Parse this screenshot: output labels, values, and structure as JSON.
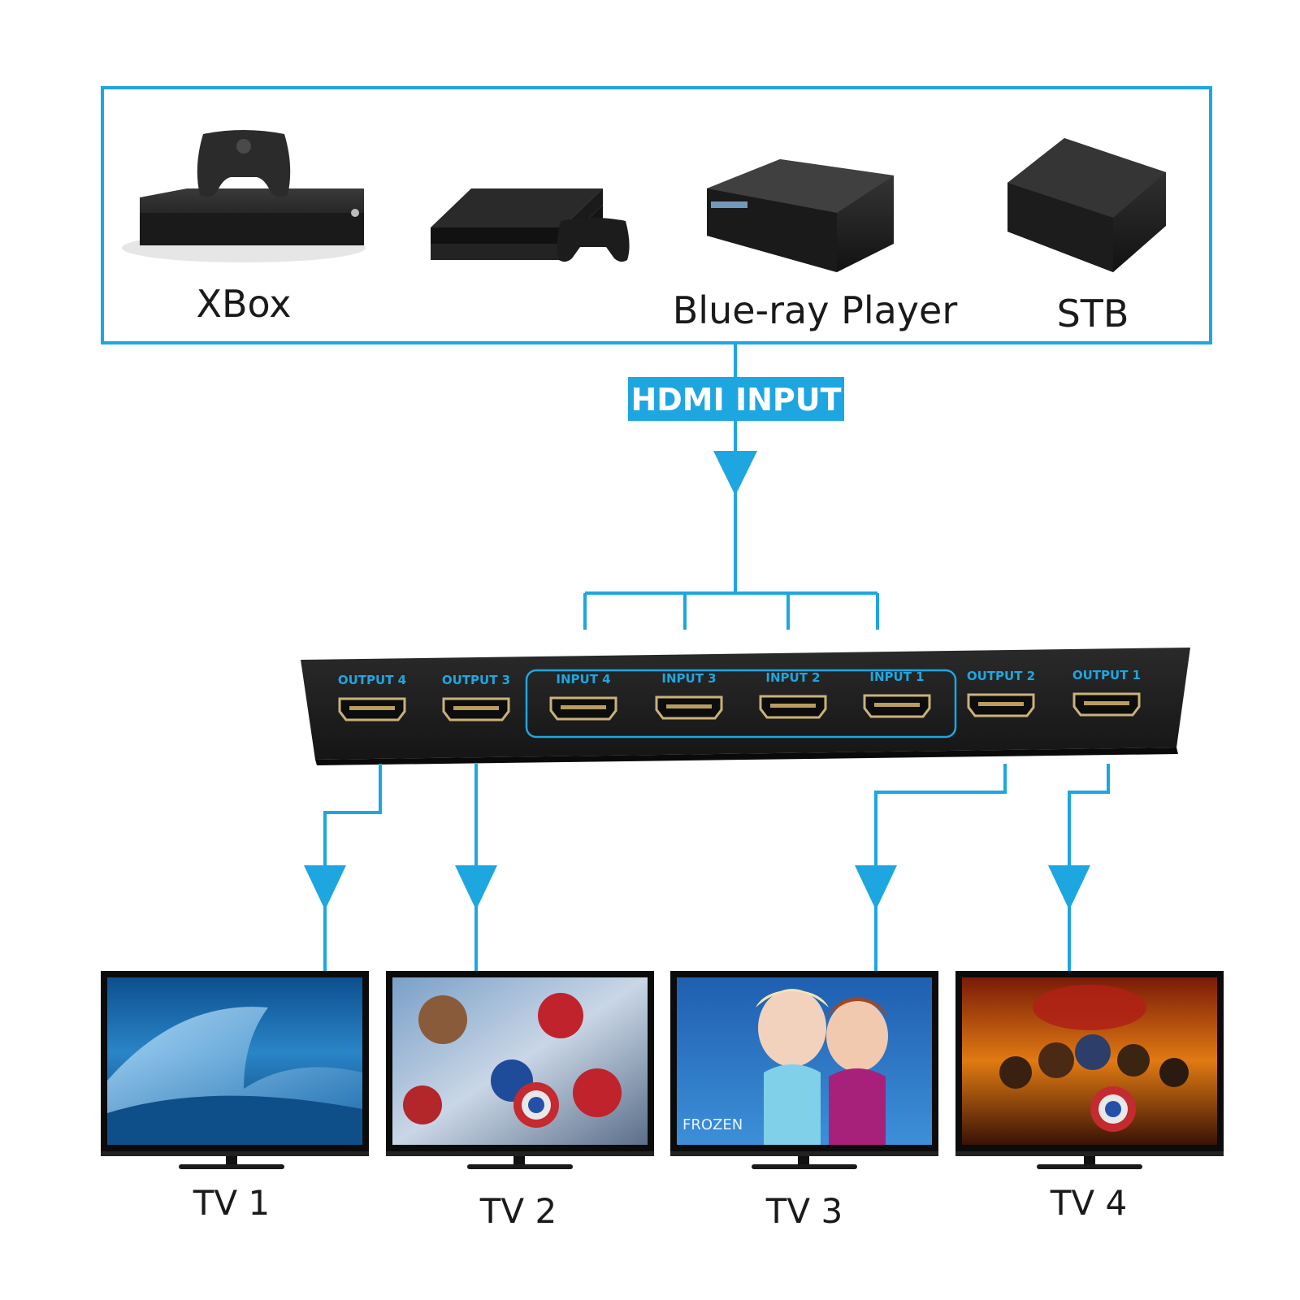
{
  "colors": {
    "accent": "#1ea6e0",
    "panel": "#1e1e1e",
    "port": "#111111",
    "text": "#1a1a1a",
    "screen_bezel": "#0b0b0b"
  },
  "sources": [
    {
      "label": "XBox",
      "icon": "xbox-console-icon"
    },
    {
      "label": "",
      "icon": "playstation-console-icon"
    },
    {
      "label": "Blue-ray Player",
      "icon": "bluray-player-icon"
    },
    {
      "label": "STB",
      "icon": "set-top-box-icon"
    }
  ],
  "hdmi_input_label": "HDMI INPUT",
  "switch_ports": [
    "OUTPUT 4",
    "OUTPUT 3",
    "INPUT 4",
    "INPUT 3",
    "INPUT 2",
    "INPUT 1",
    "OUTPUT 2",
    "OUTPUT 1"
  ],
  "tvs": [
    {
      "label": "TV 1",
      "screen": "ocean-wave"
    },
    {
      "label": "TV 2",
      "screen": "superheroes"
    },
    {
      "label": "TV 3",
      "screen": "frozen",
      "screen_text": "FROZEN"
    },
    {
      "label": "TV 4",
      "screen": "avengers-fire"
    }
  ]
}
